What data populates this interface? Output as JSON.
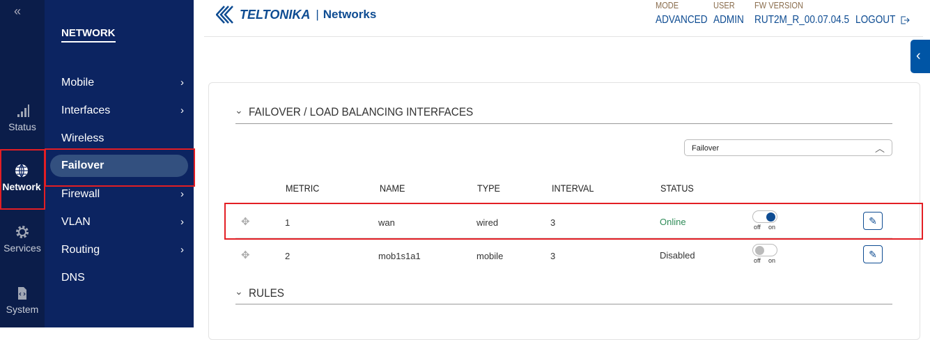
{
  "rail": {
    "items": [
      {
        "label": "Status",
        "icon": "signal-icon"
      },
      {
        "label": "Network",
        "icon": "globe-icon"
      },
      {
        "label": "Services",
        "icon": "gear-icon"
      },
      {
        "label": "System",
        "icon": "file-code-icon"
      }
    ]
  },
  "menu": {
    "title": "NETWORK",
    "items": [
      {
        "label": "Mobile",
        "chev": "›"
      },
      {
        "label": "Interfaces",
        "chev": "›"
      },
      {
        "label": "Wireless",
        "chev": ""
      },
      {
        "label": "Failover",
        "chev": ""
      },
      {
        "label": "Firewall",
        "chev": "›"
      },
      {
        "label": "VLAN",
        "chev": "›"
      },
      {
        "label": "Routing",
        "chev": "›"
      },
      {
        "label": "DNS",
        "chev": ""
      }
    ]
  },
  "header": {
    "brand": "TELTONIKA",
    "brand_sub": "Networks",
    "mode_label": "MODE",
    "mode": "ADVANCED",
    "user_label": "USER",
    "user": "ADMIN",
    "fw_label": "FW VERSION",
    "fw": "RUT2M_R_00.07.04.5",
    "logout": "LOGOUT"
  },
  "section1": {
    "title": "FAILOVER / LOAD BALANCING INTERFACES",
    "select": "Failover",
    "columns": [
      "METRIC",
      "NAME",
      "TYPE",
      "INTERVAL",
      "STATUS"
    ],
    "rows": [
      {
        "metric": "1",
        "name": "wan",
        "type": "wired",
        "interval": "3",
        "status": "Online",
        "enabled": true
      },
      {
        "metric": "2",
        "name": "mob1s1a1",
        "type": "mobile",
        "interval": "3",
        "status": "Disabled",
        "enabled": false
      }
    ],
    "toggle_off": "off",
    "toggle_on": "on"
  },
  "section2": {
    "title": "RULES"
  },
  "colors": {
    "accent": "#0e4c92",
    "online": "#2e8b57",
    "highlight": "#e31e24"
  }
}
